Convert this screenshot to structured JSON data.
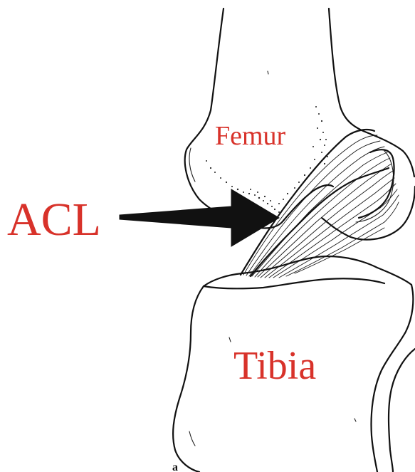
{
  "figure": {
    "labels": {
      "femur": "Femur",
      "acl": "ACL",
      "tibia": "Tibia",
      "panel": "a"
    },
    "colors": {
      "label": "#d8322a",
      "ink": "#111111",
      "background": "#ffffff"
    }
  }
}
